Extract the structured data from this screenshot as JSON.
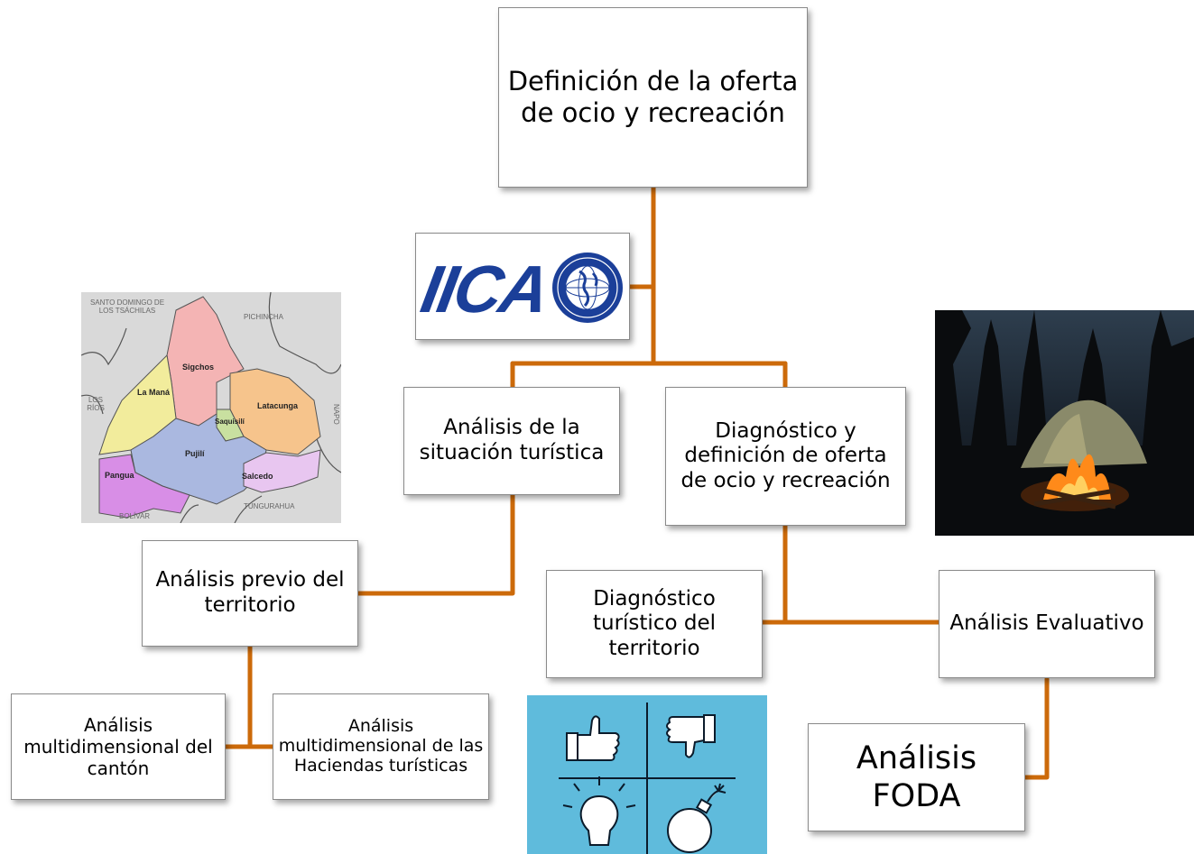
{
  "nodes": {
    "root": "Definición de la oferta de ocio y recreación",
    "situacion": "Análisis de la situación turística",
    "diagnostico_def": "Diagnóstico y definición de oferta de ocio y recreación",
    "previo": "Análisis previo del territorio",
    "diag_turistico": "Diagnóstico turístico del territorio",
    "evaluativo": "Análisis Evaluativo",
    "canton": "Análisis multidimensional del cantón",
    "haciendas": "Análisis multidimensional de las Haciendas turísticas",
    "foda": "Análisis FODA"
  },
  "logo": {
    "text": "IICA"
  },
  "map": {
    "regions": {
      "sigchos": "Sigchos",
      "la_mana": "La Maná",
      "latacunga": "Latacunga",
      "saquisili": "Saquisilí",
      "pujili": "Pujilí",
      "pangua": "Pangua",
      "salcedo": "Salcedo"
    },
    "neighbors": {
      "santo_domingo": "SANTO DOMINGO DE LOS TSÁCHILAS",
      "pichincha": "PICHINCHA",
      "los_rios": "LOS RÍOS",
      "napo": "NAPO",
      "bolivar": "BOLÍVAR",
      "tungurahua": "TUNGURAHUA"
    }
  },
  "colors": {
    "connector": "#CC6A0A",
    "swot_bg": "#5FBBDC",
    "iica_blue": "#1B3F99"
  }
}
